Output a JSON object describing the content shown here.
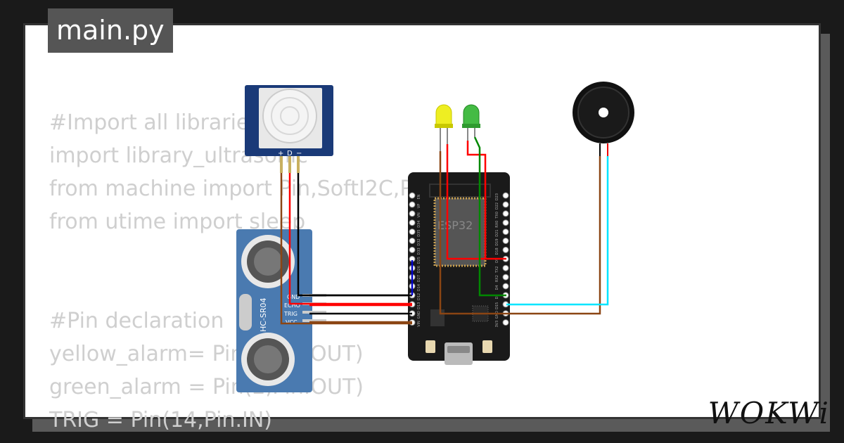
{
  "tab": {
    "filename": "main.py"
  },
  "code": {
    "lines": [
      "#Import all libraries",
      "import library_ultrasonic",
      "from machine import Pin,SoftI2C,PWM",
      "from utime import sleep",
      "",
      "",
      "#Pin declaration",
      "yellow_alarm= Pin(4,Pin.OUT)",
      "green_alarm = Pin(2,Pin.OUT)",
      "TRIG = Pin(14,Pin.IN)"
    ]
  },
  "components": {
    "pir": {
      "pins": [
        "+",
        "D",
        "−"
      ]
    },
    "ultrasonic": {
      "model": "HC-SR04",
      "pins": [
        "GND",
        "ECHO",
        "TRIG",
        "VCC"
      ]
    },
    "esp32": {
      "chip_label": "ESP32",
      "left_pins": [
        "EN",
        "VP",
        "VN",
        "D34",
        "D35",
        "D32",
        "D33",
        "D25",
        "D26",
        "D27",
        "D14",
        "D12",
        "D13",
        "GND",
        "VIN"
      ],
      "right_pins": [
        "D23",
        "D22",
        "TX0",
        "RX0",
        "D21",
        "D19",
        "D18",
        "D5",
        "TX2",
        "RX2",
        "D4",
        "D2",
        "D15",
        "GND",
        "3V3"
      ]
    }
  },
  "colors": {
    "wire_black": "#000000",
    "wire_red": "#ff0000",
    "wire_brown": "#8b4513",
    "wire_cyan": "#00e5ff",
    "wire_green": "#008800",
    "led_yellow": "#eeee22",
    "led_green": "#44bb44"
  },
  "brand": {
    "logo": "WOKWi"
  }
}
